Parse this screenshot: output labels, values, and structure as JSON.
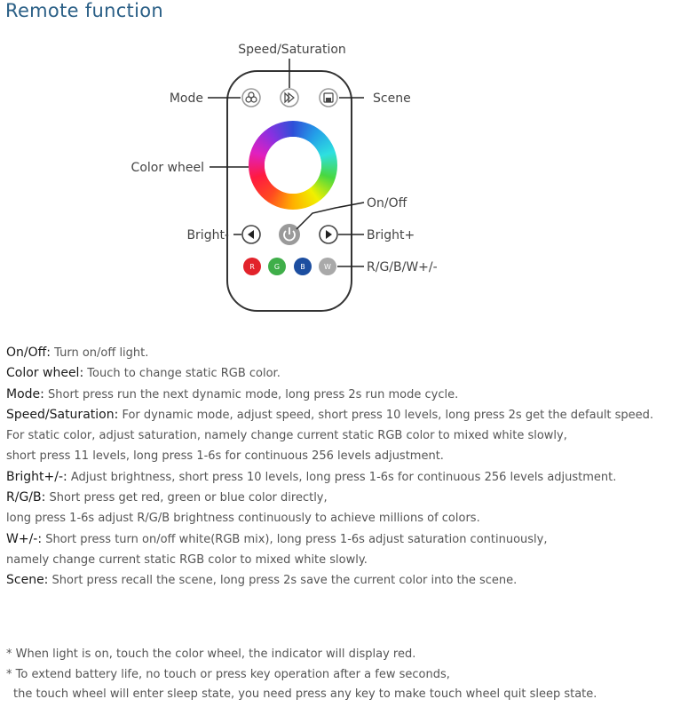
{
  "title": "Remote function",
  "callouts": {
    "speed_saturation": "Speed/Saturation",
    "mode": "Mode",
    "scene": "Scene",
    "color_wheel": "Color wheel",
    "on_off": "On/Off",
    "bright_minus": "Bright-",
    "bright_plus": "Bright+",
    "rgbw": "R/G/B/W+/-"
  },
  "buttons": {
    "r": "R",
    "g": "G",
    "b": "B",
    "w": "W"
  },
  "colors": {
    "title": "#2a5f86",
    "red_button": "#e2232b",
    "green_button": "#3fae49",
    "blue_button": "#1c4ea0",
    "white_button": "#a9a9a9"
  },
  "descriptions": [
    {
      "term": "On/Off:",
      "text": " Turn on/off light."
    },
    {
      "term": "Color wheel:",
      "text": " Touch to change static RGB color."
    },
    {
      "term": "Mode:",
      "text": " Short press run the next dynamic mode, long press 2s run mode cycle."
    },
    {
      "term": "Speed/Saturation:",
      "text": " For dynamic mode, adjust speed, short press 10 levels, long press 2s get the default speed."
    },
    {
      "term": "",
      "text": "For static color, adjust saturation, namely change current static RGB color to mixed white slowly,"
    },
    {
      "term": "",
      "text": "short press 11 levels, long press 1-6s for continuous 256 levels adjustment."
    },
    {
      "term": "Bright+/-:",
      "text": " Adjust brightness, short press 10 levels, long press 1-6s for continuous 256 levels adjustment."
    },
    {
      "term": "R/G/B:",
      "text": " Short press get red, green or blue color directly,"
    },
    {
      "term": "",
      "text": "long press 1-6s adjust R/G/B brightness continuously to achieve millions of colors."
    },
    {
      "term": "W+/-:",
      "text": " Short press turn on/off white(RGB mix), long press 1-6s adjust saturation continuously,"
    },
    {
      "term": "",
      "text": "namely change current static RGB color to mixed white slowly."
    },
    {
      "term": "Scene:",
      "text": " Short press recall the scene, long press 2s save the current color into the scene."
    }
  ],
  "notes": [
    "* When light is on, touch the color wheel, the indicator will display red.",
    "* To extend battery life, no touch or press key operation after a few seconds,",
    "the touch wheel will enter sleep state, you need press any key to make touch wheel quit sleep state."
  ]
}
